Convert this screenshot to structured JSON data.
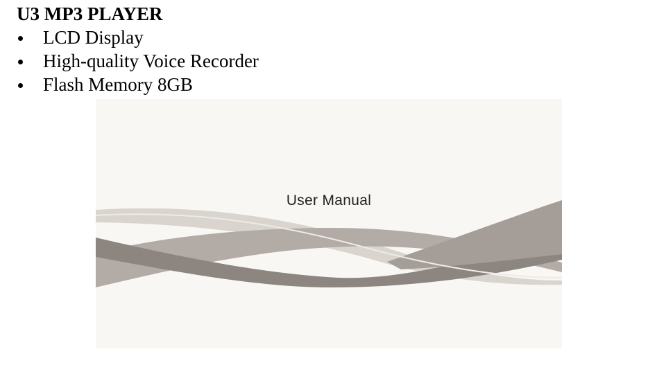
{
  "document": {
    "title": "U3 MP3 PLAYER",
    "features": [
      "LCD Display",
      "High-quality Voice Recorder",
      "Flash Memory 8GB"
    ]
  },
  "manual_cover": {
    "title": "User Manual",
    "colors": {
      "background": "#f8f7f3",
      "wave_dark": "#8c8580",
      "wave_mid": "#b3aca6",
      "wave_light": "#d9d4ce"
    }
  }
}
